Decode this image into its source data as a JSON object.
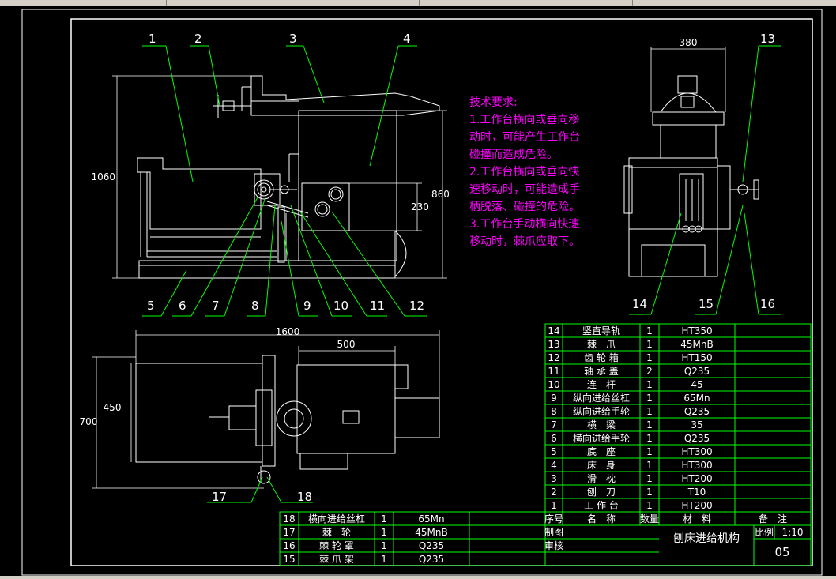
{
  "colors": {
    "background": "#000000",
    "outline": "#ffffff",
    "leader": "#00ff00",
    "table": "#00ff00",
    "tech": "#ff00ff",
    "title": "#ffffff"
  },
  "dimensions": {
    "front_height": "1060",
    "front_body_height": "860",
    "front_box": "230",
    "side_width": "380",
    "plan_length": "1600",
    "plan_width_a": "500",
    "plan_height_a": "450",
    "plan_height_b": "700"
  },
  "balloons": [
    "1",
    "2",
    "3",
    "4",
    "5",
    "6",
    "7",
    "8",
    "9",
    "10",
    "11",
    "12",
    "13",
    "14",
    "15",
    "16",
    "17",
    "18"
  ],
  "tech_requirements": [
    "技术要求:",
    "1.工作台横向或垂向移",
    "动时，可能产生工作台",
    "碰撞而造成危险。",
    "2.工作台横向或垂向快",
    "速移动时，可能造成手",
    "柄脱落、碰撞的危险。",
    "3.工作台手动横向快速",
    "移动时，棘爪应取下。"
  ],
  "parts_right": [
    {
      "no": "14",
      "name": "竖直导轨",
      "qty": "1",
      "mat": "HT350"
    },
    {
      "no": "13",
      "name": "棘　爪",
      "qty": "1",
      "mat": "45MnB"
    },
    {
      "no": "12",
      "name": "齿 轮 箱",
      "qty": "1",
      "mat": "HT150"
    },
    {
      "no": "11",
      "name": "轴 承 盖",
      "qty": "2",
      "mat": "Q235"
    },
    {
      "no": "10",
      "name": "连　杆",
      "qty": "1",
      "mat": "45"
    },
    {
      "no": "9",
      "name": "纵向进给丝杠",
      "qty": "1",
      "mat": "65Mn"
    },
    {
      "no": "8",
      "name": "纵向进给手轮",
      "qty": "1",
      "mat": "Q235"
    },
    {
      "no": "7",
      "name": "横　梁",
      "qty": "1",
      "mat": "35"
    },
    {
      "no": "6",
      "name": "横向进给手轮",
      "qty": "1",
      "mat": "Q235"
    },
    {
      "no": "5",
      "name": "底　座",
      "qty": "1",
      "mat": "HT300"
    },
    {
      "no": "4",
      "name": "床　身",
      "qty": "1",
      "mat": "HT300"
    },
    {
      "no": "3",
      "name": "滑　枕",
      "qty": "1",
      "mat": "HT200"
    },
    {
      "no": "2",
      "name": "刨　刀",
      "qty": "1",
      "mat": "T10"
    },
    {
      "no": "1",
      "name": "工 作 台",
      "qty": "1",
      "mat": "HT200"
    }
  ],
  "parts_left": [
    {
      "no": "18",
      "name": "横向进给丝杠",
      "qty": "1",
      "mat": "65Mn"
    },
    {
      "no": "17",
      "name": "棘　轮",
      "qty": "1",
      "mat": "45MnB"
    },
    {
      "no": "16",
      "name": "棘 轮 罩",
      "qty": "1",
      "mat": "Q235"
    },
    {
      "no": "15",
      "name": "棘 爪 架",
      "qty": "1",
      "mat": "Q235"
    }
  ],
  "table_header": {
    "no": "序号",
    "name": "名　称",
    "qty": "数量",
    "mat": "材　料",
    "note": "备　注"
  },
  "title_block": {
    "drawn": "制图",
    "checked": "审核",
    "title": "刨床进给机构",
    "scale_label": "比例",
    "scale": "1:10",
    "sheet": "05"
  }
}
